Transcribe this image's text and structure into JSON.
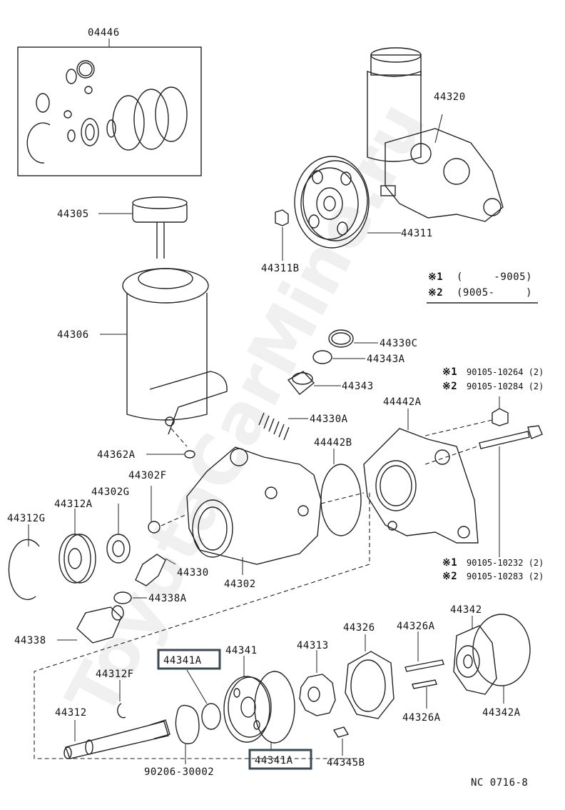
{
  "watermark": "ToyotaCarMine.ru",
  "legend": {
    "row1_mark": "※1",
    "row1_range": "(　　　-9005)",
    "row2_mark": "※2",
    "row2_range": "(9005-　　　)"
  },
  "labels": {
    "kit": "04446",
    "cap": "44305",
    "reservoir": "44306",
    "pump_assy": "44320",
    "pulley": "44311",
    "nut": "44311B",
    "ring_c": "44330C",
    "oring_a": "44343A",
    "valve_body": "44343",
    "spring": "44330A",
    "bracket_a": "44442A",
    "gasket_b": "44442B",
    "oring_62a": "44362A",
    "seal_02f": "44302F",
    "seal_02g": "44302G",
    "bearing": "44312A",
    "snap_ring": "44312G",
    "flow_valve": "44330",
    "housing": "44302",
    "oring_38a": "44338A",
    "union": "44338",
    "plate_hl_top": "44341A",
    "side_plate": "44341",
    "plate_hl_bottom": "44341A",
    "clip": "44312F",
    "shaft": "44312",
    "gasket_9020": "90206-30002",
    "rotor": "44313",
    "cam_ring": "44326",
    "pin_upper": "44326A",
    "pin_lower": "44326A",
    "cover": "44342",
    "cover_oring": "44342A",
    "vane": "44345B",
    "code": "NC 0716-8"
  },
  "bolts_top": {
    "m1": "※1",
    "p1": "90105-10264 (2)",
    "m2": "※2",
    "p2": "90105-10284 (2)"
  },
  "bolts_bottom": {
    "m1": "※1",
    "p1": "90105-10232 (2)",
    "m2": "※2",
    "p2": "90105-10283 (2)"
  }
}
